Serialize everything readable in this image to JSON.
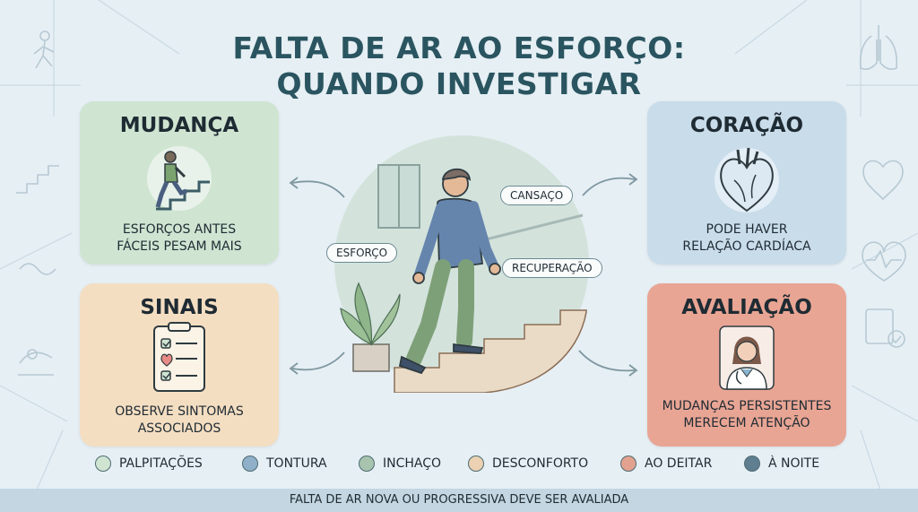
{
  "title": {
    "line1": "FALTA DE AR AO ESFORÇO:",
    "line2": "QUANDO INVESTIGAR"
  },
  "cards": {
    "mudanca": {
      "title": "MUDANÇA",
      "text1": "ESFORÇOS ANTES",
      "text2": "FÁCEIS PESAM MAIS",
      "icon": "person-climbing-stairs-icon",
      "color": "#cfe5d2"
    },
    "sinais": {
      "title": "SINAIS",
      "text1": "OBSERVE SINTOMAS",
      "text2": "ASSOCIADOS",
      "icon": "checklist-clipboard-icon",
      "color": "#f4dec2"
    },
    "coracao": {
      "title": "CORAÇÃO",
      "text1": "PODE HAVER",
      "text2": "RELAÇÃO CARDÍACA",
      "icon": "heart-icon",
      "color": "#c9dcea"
    },
    "avaliacao": {
      "title": "AVALIAÇÃO",
      "text1": "MUDANÇAS PERSISTENTES",
      "text2": "MERECEM ATENÇÃO",
      "icon": "doctor-icon",
      "color": "#e9a594"
    }
  },
  "scene": {
    "labels": {
      "cansaco": "CANSAÇO",
      "esforco": "ESFORÇO",
      "recuperacao": "RECUPERAÇÃO"
    }
  },
  "legend": [
    {
      "label": "PALPITAÇÕES",
      "color": "#cfe5d2"
    },
    {
      "label": "TONTURA",
      "color": "#8fb0c8"
    },
    {
      "label": "INCHAÇO",
      "color": "#a8c4ae"
    },
    {
      "label": "DESCONFORTO",
      "color": "#ecd2b2"
    },
    {
      "label": "AO DEITAR",
      "color": "#e3a28f"
    },
    {
      "label": "À NOITE",
      "color": "#5f7e90"
    }
  ],
  "footer": "FALTA DE AR NOVA OU PROGRESSIVA DEVE SER AVALIADA"
}
